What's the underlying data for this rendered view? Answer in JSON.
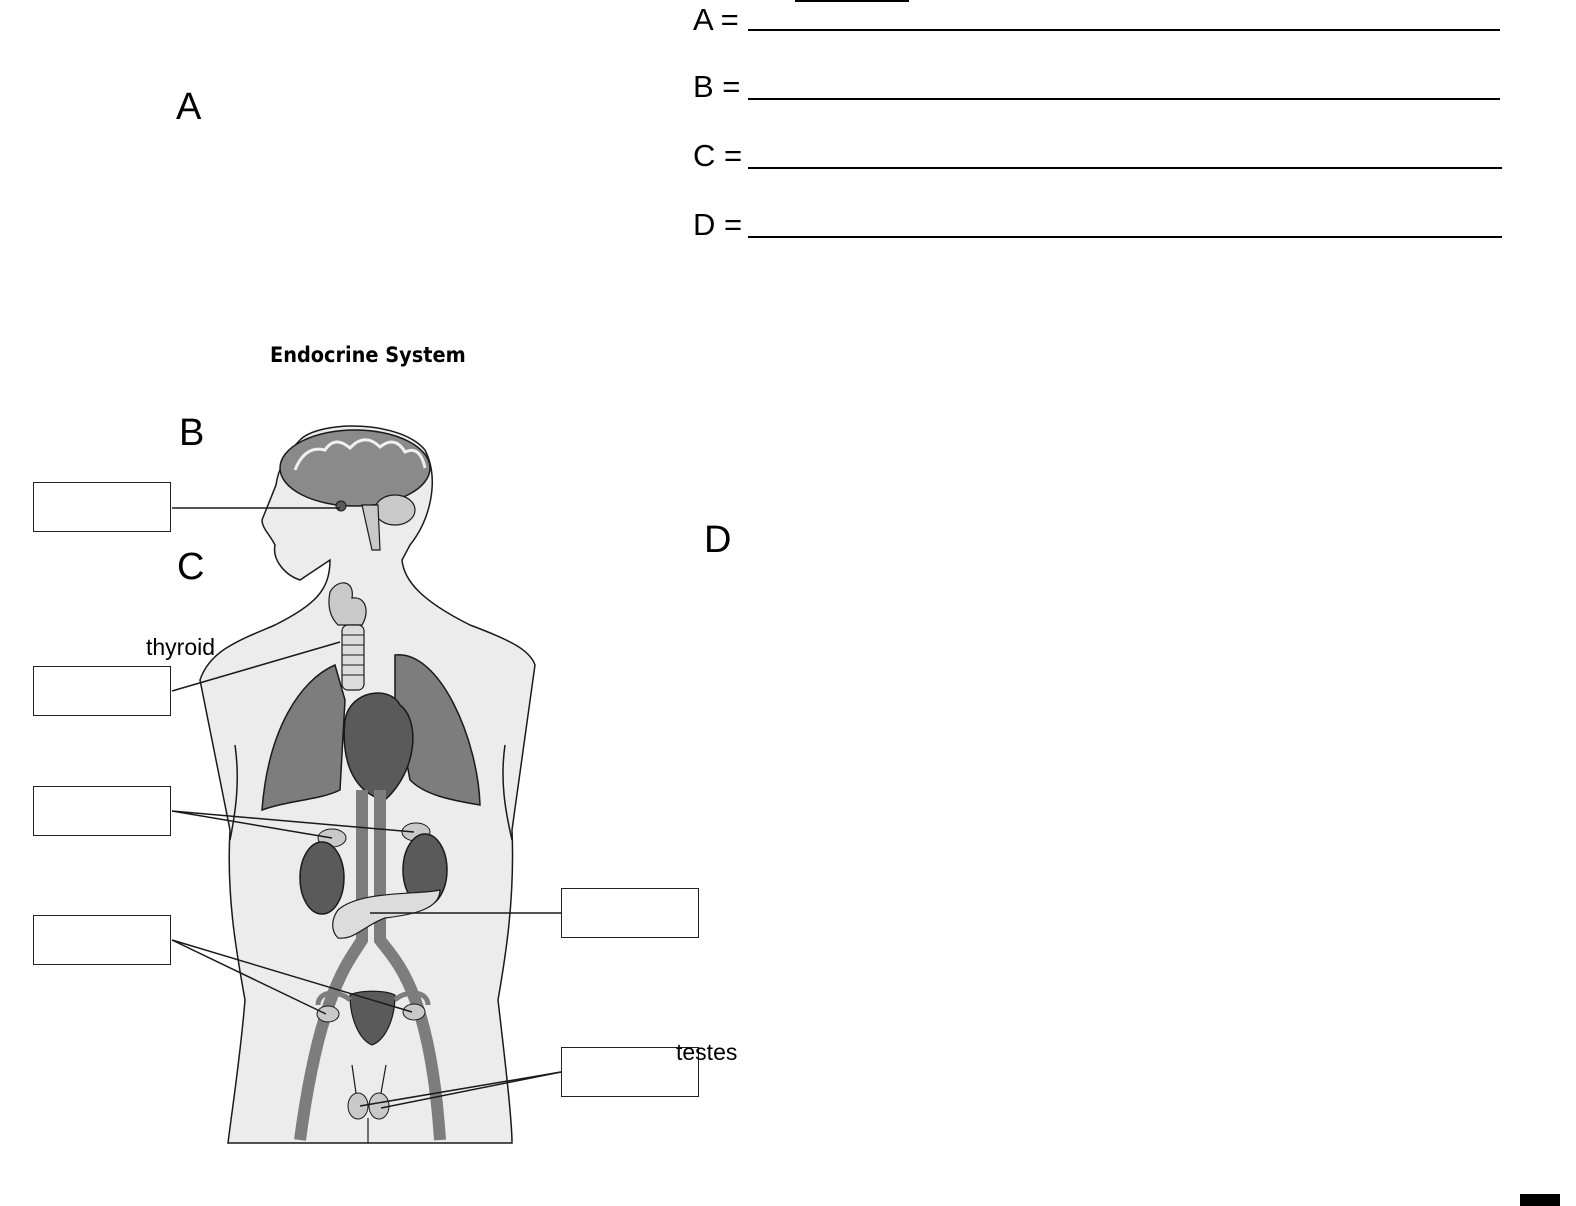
{
  "worksheet": {
    "letters": {
      "a": "A",
      "b": "B",
      "c": "C",
      "d": "D"
    },
    "answers": [
      {
        "label": "A ="
      },
      {
        "label": "B ="
      },
      {
        "label": "C ="
      },
      {
        "label": "D ="
      }
    ]
  },
  "diagram": {
    "title": "Endocrine System",
    "labels": {
      "thyroid": "thyroid",
      "testes": "testes"
    },
    "colors": {
      "body": "#ececec",
      "organ_dark": "#5a5a5a",
      "organ_mid": "#7d7d7d",
      "gland_light": "#c9c9c9",
      "outline": "#1a1a1a"
    }
  }
}
